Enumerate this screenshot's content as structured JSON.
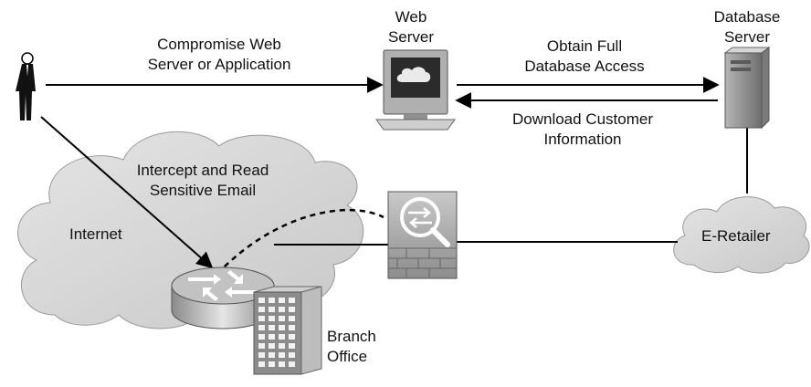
{
  "labels": {
    "web_server": [
      "Web",
      "Server"
    ],
    "database_server": [
      "Database",
      "Server"
    ],
    "compromise": [
      "Compromise Web",
      "Server or Application"
    ],
    "obtain": [
      "Obtain Full",
      "Database Access"
    ],
    "download": [
      "Download Customer",
      "Information"
    ],
    "intercept": [
      "Intercept and Read",
      "Sensitive Email"
    ],
    "internet": "Internet",
    "e_retailer": "E-Retailer",
    "branch_office": [
      "Branch",
      "Office"
    ]
  },
  "icons": {
    "attacker": "person-icon",
    "web_server": "web-server-icon",
    "database_server": "database-server-icon",
    "firewall": "firewall-ips-icon",
    "router": "router-icon",
    "branch_building": "building-icon",
    "internet_cloud": "cloud-icon",
    "e_retailer_cloud": "cloud-icon"
  },
  "colors": {
    "line": "#000000",
    "cloud_fill": "#d6d6d6",
    "device_gray": "#a9a9a9"
  }
}
